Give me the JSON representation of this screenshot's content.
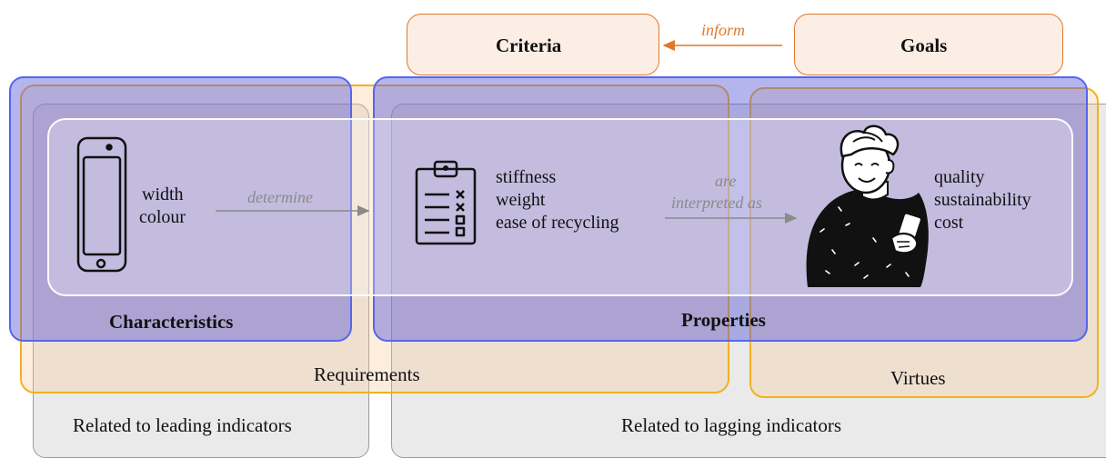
{
  "top": {
    "criteria": "Criteria",
    "goals": "Goals",
    "inform": "inform"
  },
  "characteristics": {
    "title": "Characteristics",
    "items": [
      "width",
      "colour"
    ]
  },
  "properties": {
    "title": "Properties",
    "items": [
      "stiffness",
      "weight",
      "ease of recycling"
    ]
  },
  "virtue_items": [
    "quality",
    "sustainability",
    "cost"
  ],
  "arrows": {
    "determine": "determine",
    "interpreted_line1": "are",
    "interpreted_line2": "interpreted as"
  },
  "groups": {
    "requirements": "Requirements",
    "virtues": "Virtues",
    "leading": "Related to leading indicators",
    "lagging": "Related to lagging indicators"
  },
  "icons": [
    "smartphone-icon",
    "clipboard-checklist-icon",
    "person-with-phone-icon"
  ],
  "colors": {
    "blue_box": "#5566ee",
    "orange_border": "#f2b21e",
    "top_border": "#e0782a",
    "gray_border": "#9a9a9a"
  }
}
